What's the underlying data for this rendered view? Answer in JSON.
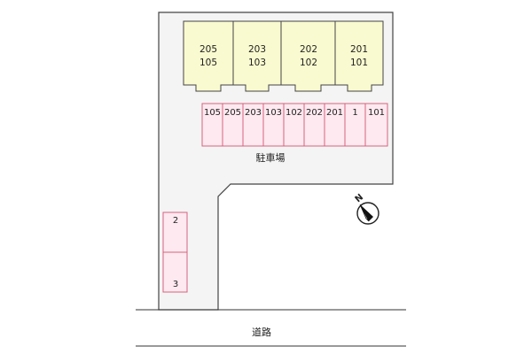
{
  "colors": {
    "lot_fill": "#f4f4f4",
    "outline": "#444444",
    "building_fill": "#fafad0",
    "parking_fill": "#fde9ef",
    "parking_stroke": "#d6627f",
    "road_line": "#333333",
    "text": "#222222"
  },
  "buildings": [
    {
      "upper": "205",
      "lower": "105"
    },
    {
      "upper": "203",
      "lower": "103"
    },
    {
      "upper": "202",
      "lower": "102"
    },
    {
      "upper": "201",
      "lower": "101"
    }
  ],
  "parking_top": [
    "105",
    "205",
    "203",
    "103",
    "102",
    "202",
    "201",
    "1",
    "101"
  ],
  "parking_left": [
    "2",
    "3"
  ],
  "labels": {
    "parking": "駐車場",
    "road": "道路",
    "north": "N"
  },
  "icons": {
    "compass": "north-arrow-icon"
  }
}
